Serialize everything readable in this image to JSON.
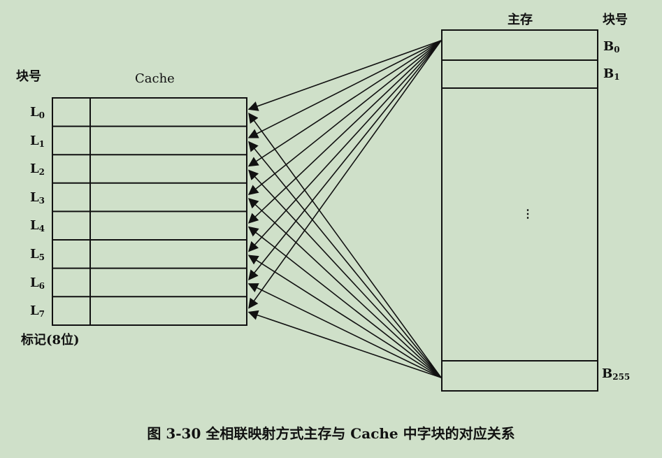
{
  "cache": {
    "header": "块号",
    "title": "Cache",
    "lines": [
      {
        "base": "L",
        "sub": "0"
      },
      {
        "base": "L",
        "sub": "1"
      },
      {
        "base": "L",
        "sub": "2"
      },
      {
        "base": "L",
        "sub": "3"
      },
      {
        "base": "L",
        "sub": "4"
      },
      {
        "base": "L",
        "sub": "5"
      },
      {
        "base": "L",
        "sub": "6"
      },
      {
        "base": "L",
        "sub": "7"
      }
    ],
    "tag_label": "标记(8位)"
  },
  "memory": {
    "title": "主存",
    "header": "块号",
    "blocks": [
      {
        "base": "B",
        "sub": "0"
      },
      {
        "base": "B",
        "sub": "1"
      },
      {
        "base": "B",
        "sub": "255"
      }
    ],
    "ellipsis": "⋮"
  },
  "caption": "图 3-30   全相联映射方式主存与 Cache 中字块的对应关系"
}
